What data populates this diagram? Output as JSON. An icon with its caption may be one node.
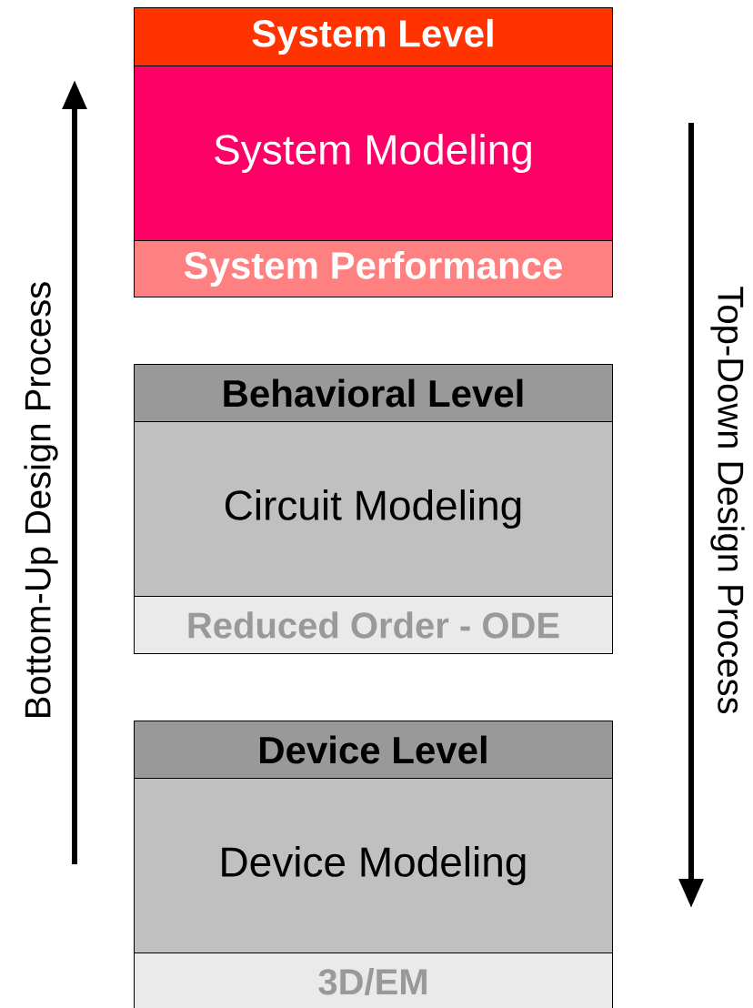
{
  "diagram": {
    "nodes": [
      {
        "text": [
          "System Level"
        ]
      },
      {
        "text": [
          "System Modeling"
        ]
      },
      {
        "text": [
          "System Performance"
        ]
      },
      {
        "text": [
          "Behavioral Level"
        ]
      },
      {
        "text": [
          "Circuit Modeling"
        ]
      },
      {
        "text": [
          "Reduced Order - ODE"
        ]
      },
      {
        "text": [
          "Device Level"
        ]
      },
      {
        "text": [
          "Device Modeling"
        ]
      },
      {
        "text": [
          "3D/EM"
        ]
      }
    ],
    "edges": [],
    "labels": [
      "Bottom-Up Design Process",
      "Top-Down Design Process"
    ]
  }
}
